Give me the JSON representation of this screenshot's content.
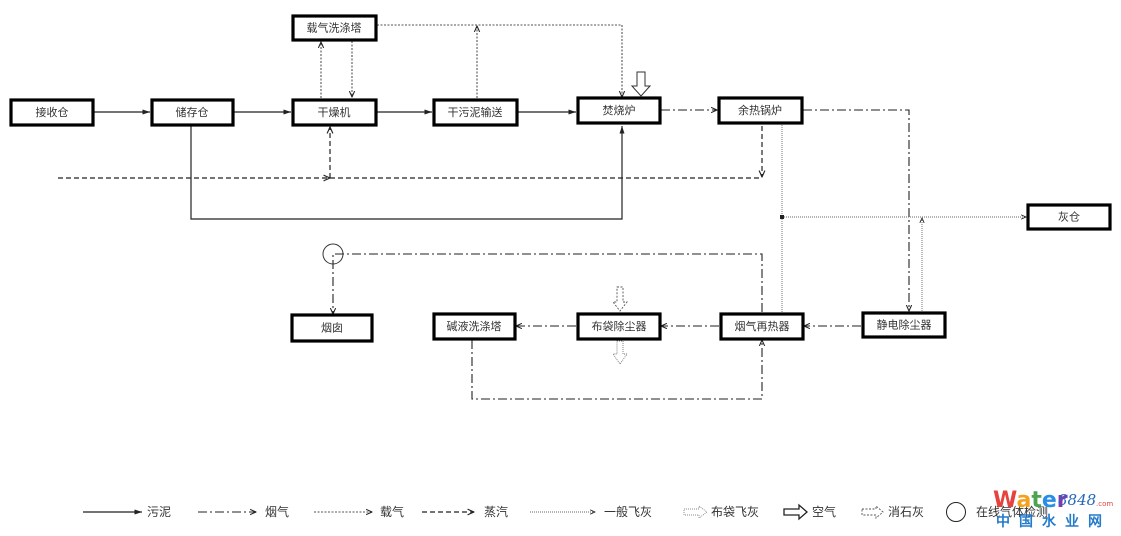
{
  "nodes": {
    "receiving_bin": "接收仓",
    "storage_bin": "储存仓",
    "carrier_gas_scrubber": "载气洗涤塔",
    "dryer": "干燥机",
    "dry_sludge_conveyor": "干污泥输送",
    "incinerator": "焚烧炉",
    "waste_heat_boiler": "余热锅炉",
    "ash_bin": "灰仓",
    "chimney": "烟囱",
    "alkali_scrubber": "碱液洗涤塔",
    "bag_filter": "布袋除尘器",
    "flue_gas_reheater": "烟气再热器",
    "electrostatic_precipitator": "静电除尘器"
  },
  "legend": {
    "sludge": "污泥",
    "flue_gas": "烟气",
    "carrier_gas": "载气",
    "steam": "蒸汽",
    "general_fly_ash": "一般飞灰",
    "bag_fly_ash": "布袋飞灰",
    "air": "空气",
    "slaked_lime": "消石灰",
    "online_gas_monitoring": "在线气体检测"
  },
  "watermark": {
    "brand": "Water",
    "number": "8848",
    "suffix": ".com",
    "chinese": "中国水业网",
    "colors": {
      "W": "#e53935",
      "a": "#f39c12",
      "t": "#43a047",
      "e": "#1e88e5",
      "r": "#8e24aa"
    }
  }
}
